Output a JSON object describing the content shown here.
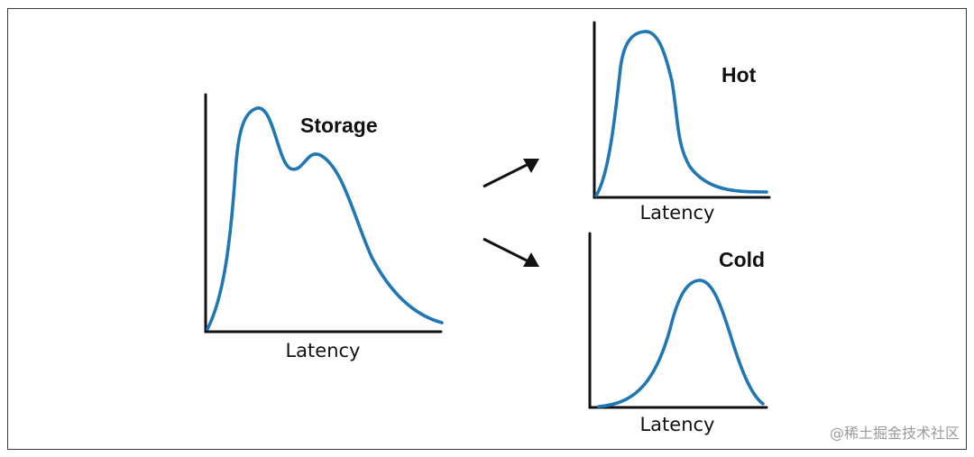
{
  "colors": {
    "curve": "#1f77b4",
    "axis": "#111111",
    "border": "#3a3a3a"
  },
  "storage_chart": {
    "title": "Storage",
    "xlabel": "Latency"
  },
  "hot_chart": {
    "title": "Hot",
    "xlabel": "Latency"
  },
  "cold_chart": {
    "title": "Cold",
    "xlabel": "Latency"
  },
  "watermark": "@稀土掘金技术社区"
}
